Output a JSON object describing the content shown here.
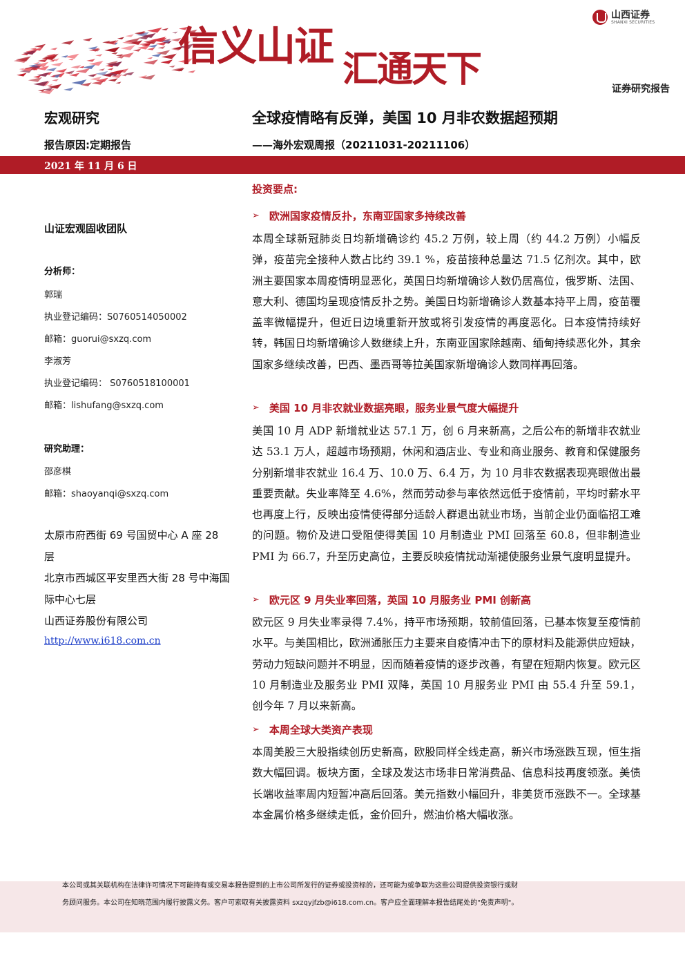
{
  "brand": {
    "name_cn": "山西证券",
    "name_en": "SHANXI SECURITIES",
    "slogan_left": "信义山证",
    "slogan_right": "汇通天下",
    "report_type": "证券研究报告",
    "accent_color": "#b01c26"
  },
  "header": {
    "section": "宏观研究",
    "reason": "报告原因:定期报告",
    "title": "全球疫情略有反弹，美国 10 月非农数据超预期",
    "subtitle": "——海外宏观周报（20211031-20211106）",
    "date": "2021 年 11 月 6 日"
  },
  "sidebar": {
    "team": "山证宏观固收团队",
    "analyst_label": "分析师：",
    "analysts": [
      {
        "name": "郭瑞",
        "reg": "执业登记编码：S0760514050002",
        "email": "邮箱：guorui@sxzq.com"
      },
      {
        "name": "李淑芳",
        "reg": "执业登记编码：  S0760518100001",
        "email": "邮箱：lishufang@sxzq.com"
      }
    ],
    "assistant_label": "研究助理：",
    "assistant": {
      "name": "邵彦棋",
      "email": "邮箱：shaoyanqi@sxzq.com"
    },
    "address1": "太原市府西街 69 号国贸中心 A 座 28 层",
    "address2": "北京市西城区平安里西大街 28 号中海国际中心七层",
    "company": "山西证券股份有限公司",
    "website": "http://www.i618.com.cn"
  },
  "main": {
    "key_points_label": "投资要点:",
    "sections": [
      {
        "heading": "欧洲国家疫情反扑，东南亚国家多持续改善",
        "body": "本周全球新冠肺炎日均新增确诊约 45.2 万例，较上周（约 44.2 万例）小幅反弹，疫苗完全接种人数占比约 39.1 %，疫苗接种总量达 71.5 亿剂次。其中，欧洲主要国家本周疫情明显恶化，英国日均新增确诊人数仍居高位，俄罗斯、法国、意大利、德国均呈现疫情反扑之势。美国日均新增确诊人数基本持平上周，疫苗覆盖率微幅提升，但近日边境重新开放或将引发疫情的再度恶化。日本疫情持续好转，韩国日均新增确诊人数继续上升，东南亚国家除越南、缅甸持续恶化外，其余国家多继续改善，巴西、墨西哥等拉美国家新增确诊人数同样再回落。"
      },
      {
        "heading": "美国 10 月非农就业数据亮眼，服务业景气度大幅提升",
        "body": "美国 10 月 ADP 新增就业达 57.1 万，创 6 月来新高，之后公布的新增非农就业达 53.1 万人，超越市场预期，休闲和酒店业、专业和商业服务、教育和保健服务分别新增非农就业 16.4 万、10.0 万、6.4 万，为 10 月非农数据表现亮眼做出最重要贡献。失业率降至 4.6%，然而劳动参与率依然远低于疫情前，平均时薪水平也再度上行，反映出疫情使得部分适龄人群退出就业市场，当前企业仍面临招工难的问题。物价及进口受阻使得美国 10 月制造业 PMI 回落至 60.8，但非制造业 PMI 为 66.7，升至历史高位，主要反映疫情扰动渐褪使服务业景气度明显提升。"
      },
      {
        "heading": "欧元区 9 月失业率回落，英国 10 月服务业 PMI 创新高",
        "body": "欧元区 9 月失业率录得 7.4%，持平市场预期，较前值回落，已基本恢复至疫情前水平。与美国相比，欧洲通胀压力主要来自疫情冲击下的原材料及能源供应短缺，劳动力短缺问题并不明显，因而随着疫情的逐步改善，有望在短期内恢复。欧元区 10 月制造业及服务业 PMI 双降，英国 10 月服务业 PMI 由 55.4 升至 59.1，创今年 7 月以来新高。"
      },
      {
        "heading": "本周全球大类资产表现",
        "body": "本周美股三大股指续创历史新高，欧股同样全线走高，新兴市场涨跌互现，恒生指数大幅回调。板块方面，全球及发达市场非日常消费品、信息科技再度领涨。美债长端收益率周内短暂冲高后回落。美元指数小幅回升，非美货币涨跌不一。全球基本金属价格多继续走低，金价回升，燃油价格大幅收涨。"
      }
    ]
  },
  "footer": {
    "line1": "本公司或其关联机构在法律许可情况下可能持有或交易本报告提到的上市公司所发行的证券或投资标的，还可能为或争取为这些公司提供投资银行或财",
    "line2": "务顾问服务。本公司在知晓范围内履行披露义务。客户可索取有关披露资料 sxzqyjfzb@i618.com.cn。客户应全面理解本报告结尾处的\"免责声明\"。"
  }
}
